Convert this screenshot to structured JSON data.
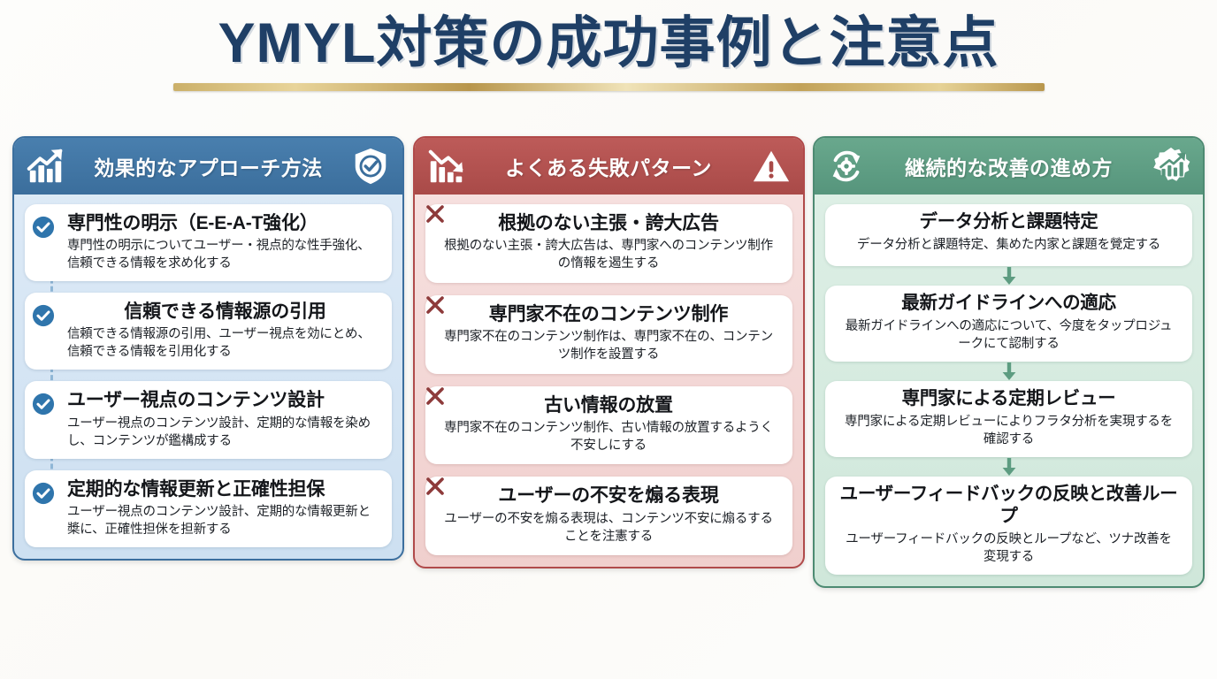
{
  "header": {
    "title": "YMYL対策の成功事例と注意点"
  },
  "colors": {
    "title_text": "#1f3f66",
    "gold_rule": "#c2a259",
    "blue_header": "#3b6e9c",
    "blue_body": "#d6e5f4",
    "red_header": "#a94a48",
    "red_body": "#f2d6d4",
    "green_header": "#56957c",
    "green_body": "#d7ecdf",
    "card_bg": "#ffffff"
  },
  "columns": [
    {
      "id": "approach",
      "theme": "blue",
      "header_title": "効果的なアプローチ方法",
      "left_icon": "chart-up-icon",
      "right_icon": "shield-check-icon",
      "marker": "check-circle-icon",
      "connector": "dashed-line",
      "items": [
        {
          "title": "専門性の明示（E-E-A-T強化）",
          "desc": "専門性の明示についてユーザー・視点的な性手強化、信頼できる情報を求め化する"
        },
        {
          "title": "信頼できる情報源の引用",
          "desc": "信頼できる情報源の引用、ユーザー視点を効にとめ、信頼できる情報を引用化する"
        },
        {
          "title": "ユーザー視点のコンテンツ設計",
          "desc": "ユーザー視点のコンテンツ設計、定期的な情報を染めし、コンテンツが鑑構成する"
        },
        {
          "title": "定期的な情報更新と正確性担保",
          "desc": "ユーザー視点のコンテンツ設計、定期的な情報更新と槳に、正確性担侎を担新する"
        }
      ]
    },
    {
      "id": "failures",
      "theme": "red",
      "header_title": "よくある失敗パターン",
      "left_icon": "chart-down-icon",
      "right_icon": "warning-triangle-icon",
      "marker": "x-mark-icon",
      "connector": "none",
      "items": [
        {
          "title": "根拠のない主張・誇大広告",
          "desc": "根拠のない主張・誇大広告は、専門家へのコンテンツ制作の惰報を遏生する"
        },
        {
          "title": "専門家不在のコンテンツ制作",
          "desc": "専門家不在のコンテンツ制作は、専門家不在の、コンテンツ制作を設置する"
        },
        {
          "title": "古い情報の放置",
          "desc": "専門家不在のコンテンツ制作、古い情報の放置するようく不安しにする"
        },
        {
          "title": "ユーザーの不安を煽る表現",
          "desc": "ユーザーの不安を煽る表現は、コンテンツ不安に煽るすることを注憲する"
        }
      ]
    },
    {
      "id": "improvement",
      "theme": "green",
      "header_title": "継続的な改善の進め方",
      "left_icon": "cycle-gear-icon",
      "right_icon": "gear-chart-icon",
      "marker": "none",
      "connector": "down-arrow",
      "items": [
        {
          "title": "データ分析と課題特定",
          "desc": "データ分析と課題特定、集めた内家と課題を覮定する"
        },
        {
          "title": "最新ガイドラインへの適応",
          "desc": "最新ガイドラインへの適応について、今度をタップロジュークにて認制する"
        },
        {
          "title": "専門家による定期レビュー",
          "desc": "専門家による定期レビューによりフラタ分析を実現するを確認する"
        },
        {
          "title": "ユーザーフィードバックの反映と改善ループ",
          "desc": "ユーザーフィードバックの反映とループなど、ツナ改善を変現する"
        }
      ]
    }
  ]
}
